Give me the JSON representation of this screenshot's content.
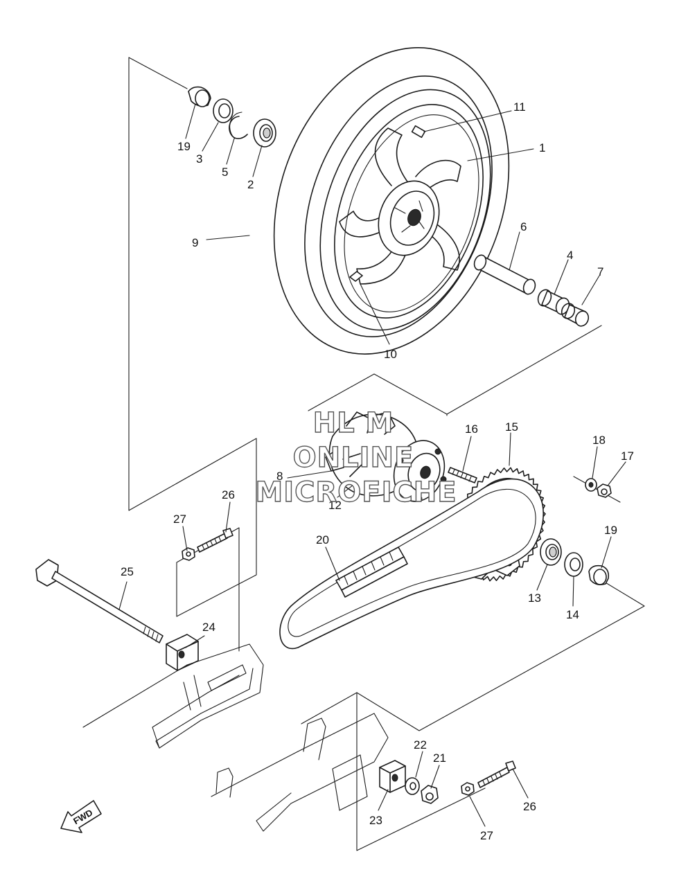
{
  "callouts": [
    {
      "id": "c1",
      "text": "1"
    },
    {
      "id": "c2",
      "text": "2"
    },
    {
      "id": "c3",
      "text": "3"
    },
    {
      "id": "c4",
      "text": "4"
    },
    {
      "id": "c5",
      "text": "5"
    },
    {
      "id": "c6",
      "text": "6"
    },
    {
      "id": "c7",
      "text": "7"
    },
    {
      "id": "c8",
      "text": "8"
    },
    {
      "id": "c9",
      "text": "9"
    },
    {
      "id": "c10",
      "text": "10"
    },
    {
      "id": "c11",
      "text": "11"
    },
    {
      "id": "c12",
      "text": "12"
    },
    {
      "id": "c13",
      "text": "13"
    },
    {
      "id": "c14",
      "text": "14"
    },
    {
      "id": "c15",
      "text": "15"
    },
    {
      "id": "c16",
      "text": "16"
    },
    {
      "id": "c17",
      "text": "17"
    },
    {
      "id": "c18",
      "text": "18"
    },
    {
      "id": "c19a",
      "text": "19"
    },
    {
      "id": "c19b",
      "text": "19"
    },
    {
      "id": "c20",
      "text": "20"
    },
    {
      "id": "c21",
      "text": "21"
    },
    {
      "id": "c22",
      "text": "22"
    },
    {
      "id": "c23",
      "text": "23"
    },
    {
      "id": "c24",
      "text": "24"
    },
    {
      "id": "c25",
      "text": "25"
    },
    {
      "id": "c26a",
      "text": "26"
    },
    {
      "id": "c26b",
      "text": "26"
    },
    {
      "id": "c27a",
      "text": "27"
    },
    {
      "id": "c27b",
      "text": "27"
    }
  ],
  "watermark": {
    "line1": "HL  M",
    "line2": "ONLINE",
    "line3": "MICROFICHE"
  },
  "fwd_badge": {
    "text": "FWD",
    "icon": "fwd-arrow-icon"
  }
}
